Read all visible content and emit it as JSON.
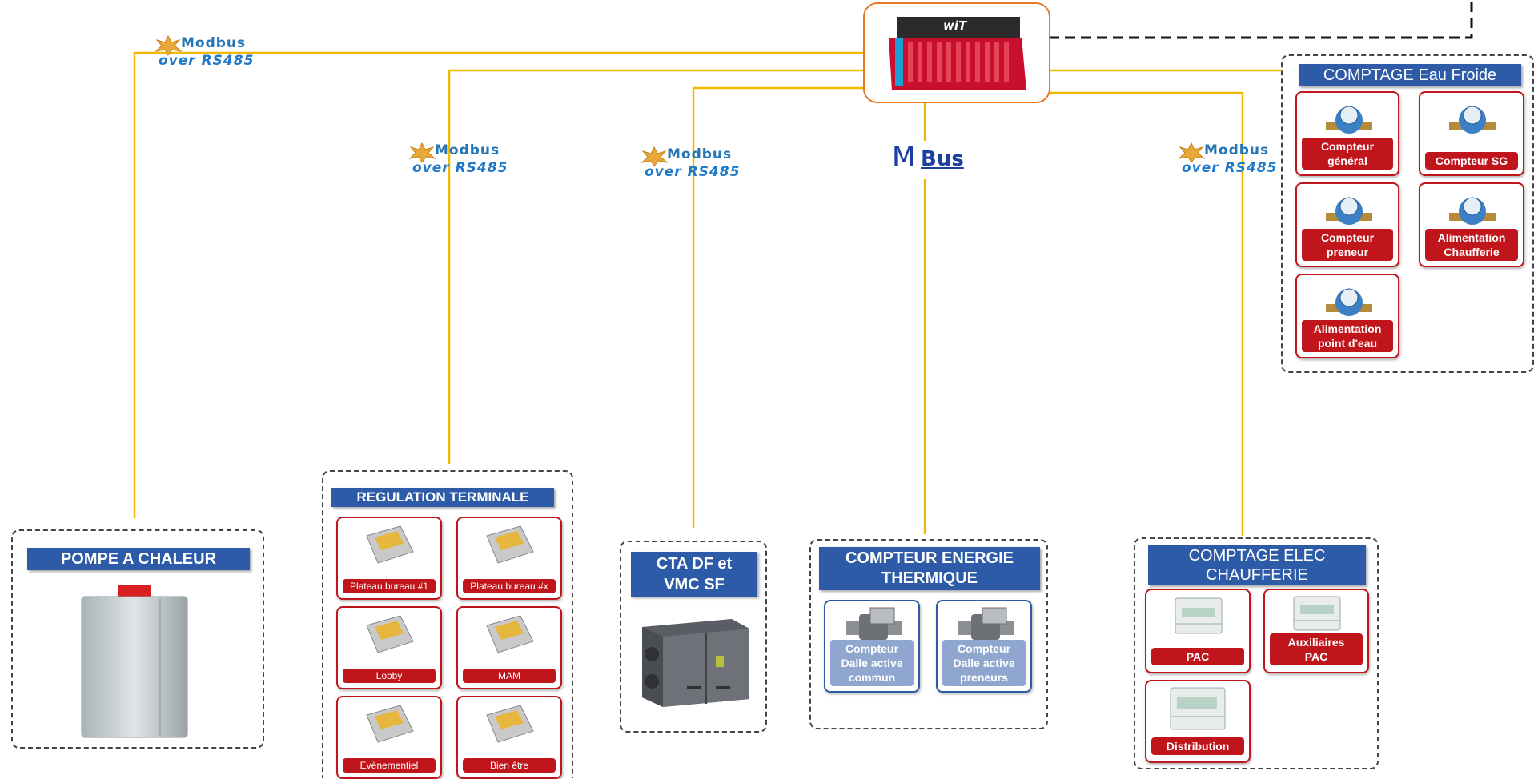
{
  "colors": {
    "link": "#f5b800",
    "group_title": "#2d5ba7",
    "card_red": "#c1151c",
    "controller_border": "#e87722"
  },
  "controller": {
    "brand": "wiT"
  },
  "protocols": {
    "modbus_word": "Modbus",
    "modbus_sub": "over RS485",
    "mbus_label": "Bus",
    "mbus_prefix": "M"
  },
  "groups": {
    "pac": {
      "title": "POMPE A CHALEUR"
    },
    "regulation": {
      "title": "REGULATION TERMINALE",
      "items": [
        "Plateau bureau #1",
        "Plateau bureau #x",
        "Lobby",
        "MAM",
        "Evènementiel",
        "Bien être"
      ]
    },
    "cta": {
      "title_line1": "CTA DF et",
      "title_line2": "VMC SF"
    },
    "thermique": {
      "title_line1": "COMPTEUR ENERGIE",
      "title_line2": "THERMIQUE",
      "items": [
        {
          "l1": "Compteur",
          "l2": "Dalle active",
          "l3": "commun"
        },
        {
          "l1": "Compteur",
          "l2": "Dalle active",
          "l3": "preneurs"
        }
      ]
    },
    "elec": {
      "title_line1": "COMPTAGE ELEC",
      "title_line2": "CHAUFFERIE",
      "items": [
        {
          "l1": "PAC",
          "l2": ""
        },
        {
          "l1": "Auxiliaires",
          "l2": "PAC"
        },
        {
          "l1": "Distribution",
          "l2": ""
        }
      ]
    },
    "eau": {
      "title": "COMPTAGE Eau Froide",
      "items": [
        {
          "l1": "Compteur",
          "l2": "général"
        },
        {
          "l1": "Compteur SG",
          "l2": ""
        },
        {
          "l1": "Compteur",
          "l2": "preneur"
        },
        {
          "l1": "Alimentation",
          "l2": "Chaufferie"
        },
        {
          "l1": "Alimentation",
          "l2": "point d'eau"
        }
      ]
    }
  }
}
